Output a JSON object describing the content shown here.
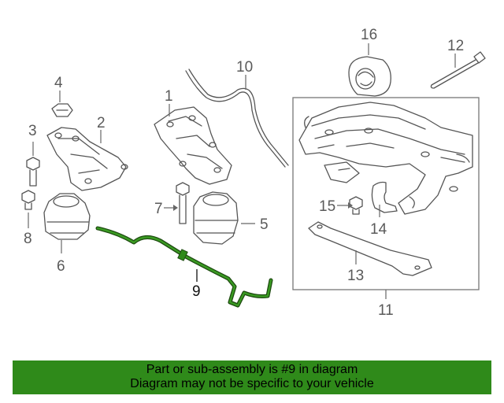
{
  "callouts": {
    "c1": "1",
    "c2": "2",
    "c3": "3",
    "c4": "4",
    "c5": "5",
    "c6": "6",
    "c7": "7",
    "c8": "8",
    "c9": "9",
    "c10": "10",
    "c11": "11",
    "c12": "12",
    "c13": "13",
    "c14": "14",
    "c15": "15",
    "c16": "16"
  },
  "highlight": {
    "part": "9",
    "color": "#2f8a1a"
  },
  "banner": {
    "line1": "Part or sub-assembly is #9 in diagram",
    "line2": "Diagram may not be specific to your vehicle",
    "background": "#2f8a1a"
  }
}
